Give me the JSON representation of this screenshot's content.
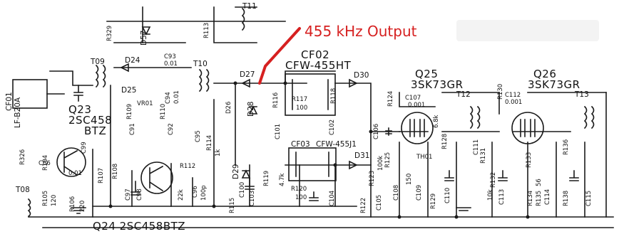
{
  "callout": {
    "text": "455 kHz Output",
    "color": "#d62020"
  },
  "transistors": {
    "q23": {
      "ref": "Q23",
      "part": "2SC458",
      "suffix": "BTZ"
    },
    "q24": {
      "label": "Q24 2SC458BTZ"
    },
    "q25": {
      "ref": "Q25",
      "part": "3SK73GR"
    },
    "q26": {
      "ref": "Q26",
      "part": "3SK73GR"
    }
  },
  "filters": {
    "cf01": {
      "ref": "CF01",
      "part": "LF-B20A"
    },
    "cf02": {
      "ref": "CF02",
      "part": "CFW-455HT"
    },
    "cf03": {
      "ref": "CF03",
      "part": "CFW-455J1"
    }
  },
  "transformers": {
    "t09": "T09",
    "t10": "T10",
    "t11": "T11",
    "t12": "T12",
    "t13": "T13",
    "t08": "T08"
  },
  "diodes": {
    "d24": "D24",
    "d25": "D25",
    "d26": "D26",
    "d27": "D27",
    "d28": "D28",
    "d29": "D29",
    "d30": "D30",
    "d31": "D31",
    "d57": "D57",
    "th01": "TH01"
  },
  "components": {
    "r329": "R329",
    "r113": "R113",
    "r117": "R117",
    "r117v": "100",
    "r116": "R116",
    "r118": "R118",
    "r119": "R119",
    "r120": "R120",
    "r120v": "100",
    "r124": "R124",
    "r125": "R125",
    "r123": "R123",
    "r122": "R122",
    "r128": "R128",
    "r129": "R129",
    "r130": "R130",
    "r131": "R131",
    "r132": "R132",
    "r133": "R133",
    "r134": "R134",
    "r135": "R135",
    "r136": "R136",
    "r138": "R138",
    "r104": "R104",
    "r105": "R105",
    "r106": "R106",
    "r107": "R107",
    "r108": "R108",
    "r109": "R109",
    "r110": "R110",
    "r112": "R112",
    "r114": "R114",
    "r115": "R115",
    "r326": "R326",
    "c93": "C93",
    "c93v": "0.01",
    "c94": "C94",
    "c94v": "0.01",
    "c95": "C95",
    "c96": "C96",
    "c97": "C97",
    "c98": "C98",
    "c99": "C99",
    "c100": "C100",
    "c101": "C101",
    "c102": "C102",
    "c103": "C103",
    "c104": "C104",
    "c105": "C105",
    "c106": "C106",
    "c107": "C107",
    "c107v": "0.001",
    "c108": "C108",
    "c109": "C109",
    "c110": "C110",
    "c111": "C111",
    "c112": "C112",
    "c112v": "0.001",
    "c113": "C113",
    "c114": "C114",
    "c115": "C115",
    "c66": "C66",
    "c91": "C91",
    "c92": "C92",
    "vr01": "VR01",
    "v01": "0.01",
    "v220": "220",
    "v100p": "100p",
    "v100k": "100k",
    "v22k": "22k",
    "v10k": "10k",
    "v1k": "1k",
    "v47k": "4.7k",
    "v68k": "6.8k",
    "v150": "150",
    "v56": "56",
    "v120": "120"
  }
}
